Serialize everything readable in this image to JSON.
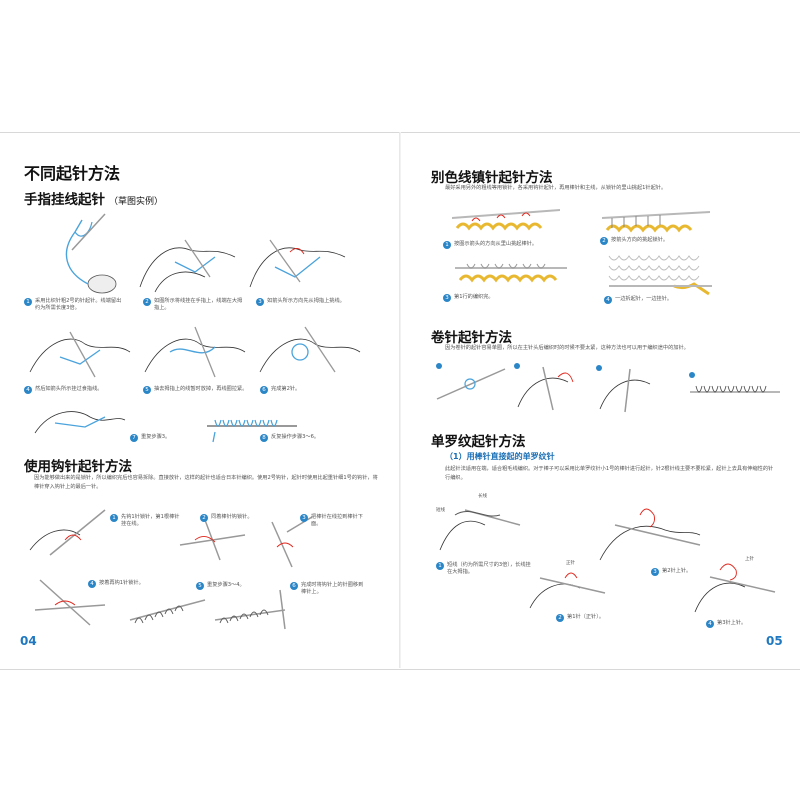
{
  "left_page": {
    "title": "不同起针方法",
    "section1": {
      "title": "手指挂线起针",
      "subtitle": "（草图实例）",
      "steps": [
        {
          "n": "1",
          "text": "采用比织针粗2号的针起针。线端留出约为所需长度3倍。"
        },
        {
          "n": "2",
          "text": "如图所示将线挂在手指上，线端在大拇指上。"
        },
        {
          "n": "3",
          "text": "如箭头所示方向先从拇指上挑线。"
        },
        {
          "n": "4",
          "text": "然后如箭头所示挂过食指线。"
        },
        {
          "n": "5",
          "text": "抽去拇指上的线暂时放掉，再线圈拉紧。"
        },
        {
          "n": "6",
          "text": "完成第2针。"
        },
        {
          "n": "7",
          "text": "重复步骤3。"
        },
        {
          "n": "8",
          "text": "反复操作步骤3～6。"
        }
      ]
    },
    "section2": {
      "title": "使用钩针起针方法",
      "body": "因为能够做出来的是锁针，所以编织完后也容易拆除。直接放针，这样的起针也适合日本针编织。使用2号钩针，起针时使用比起重针细1号的钩针，将棒针穿入钩针上的最后一针。",
      "steps": [
        {
          "n": "1",
          "text": "先钩1针锁针，第1根棒针挂在线。"
        },
        {
          "n": "2",
          "text": "同着棒针钩锁针。"
        },
        {
          "n": "3",
          "text": "把棒针在线拉到棒针下面。"
        },
        {
          "n": "4",
          "text": "按着再钩1针锁针。"
        },
        {
          "n": "5",
          "text": "重复步骤3～4。"
        },
        {
          "n": "6",
          "text": "完成时将钩针上的针圈移到棒针上。"
        }
      ]
    },
    "page_number": "04"
  },
  "right_page": {
    "section1": {
      "title": "别色线镇针起针方法",
      "body": "最好采用另外的粗线等用锁针，各采用钩针起针，再用棒针和主线，从锁针的里山挑起1针起针。",
      "steps": [
        {
          "n": "1",
          "text": "按图示箭头的方向从里山挑起棒针。"
        },
        {
          "n": "2",
          "text": "按箭头方向的挑起锁针。"
        },
        {
          "n": "3",
          "text": "第1行的编织完。"
        },
        {
          "n": "4",
          "text": "一边拆起针，一边挂针。"
        }
      ]
    },
    "section2": {
      "title": "卷针起针方法",
      "body": "因为卷针的起针容易单圈，所以在主针头后编织时的时候不要太紧，这种方法也可以用于编织途中的加针。"
    },
    "section3": {
      "title": "单罗纹起针方法",
      "subheading": "（1）用棒针直接起的单罗纹针",
      "body": "此起针法适用在端，适合粗毛线编织。对于棒子可以采用比单罗纹针小1号的棒针进行起针，针2根针线主要不要松紧，起针上去具有伸缩性的针行编织。",
      "labels": {
        "a": "长线",
        "b": "短线",
        "c": "正针",
        "d": "上针"
      },
      "steps": [
        {
          "n": "1",
          "text": "短线（约为所需尺寸的3倍），长线挂在大拇指。"
        },
        {
          "n": "2",
          "text": "第1针（正针）。"
        },
        {
          "n": "3",
          "text": "第2针上针。"
        },
        {
          "n": "4",
          "text": "第3针上针。"
        }
      ]
    },
    "page_number": "05"
  },
  "colors": {
    "accent_blue": "#1f78c1",
    "yarn_yellow": "#e8b830",
    "yarn_blue": "#4aa3dc",
    "needle_gray": "#b8b8b8",
    "red_arrow": "#e0251b"
  }
}
